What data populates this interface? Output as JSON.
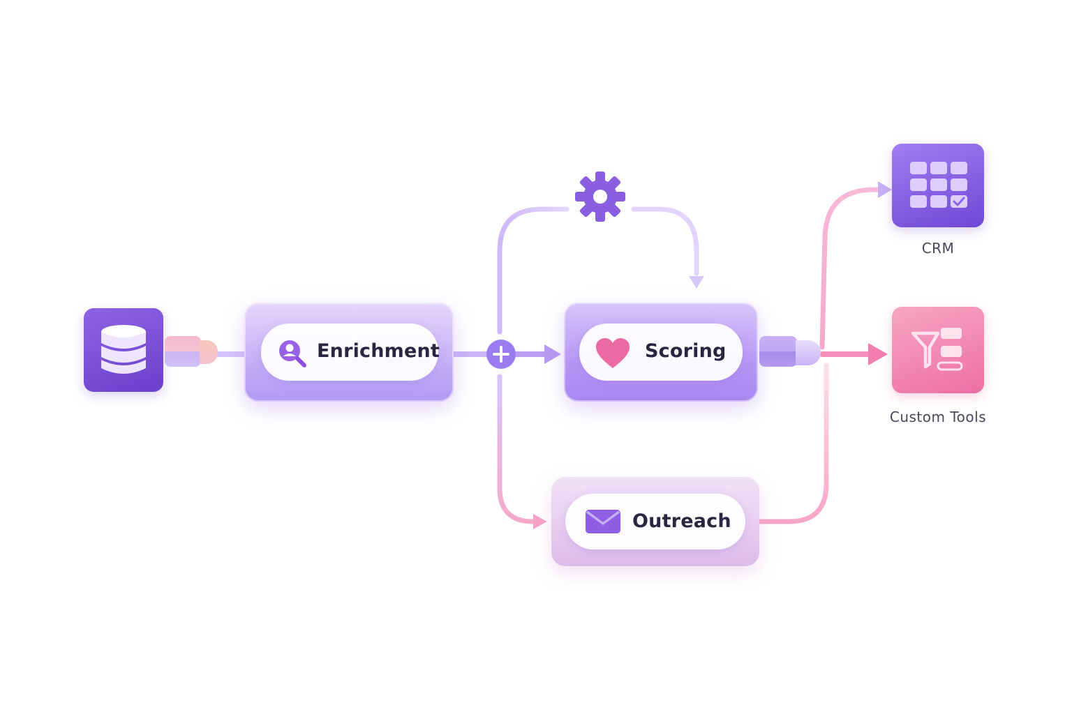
{
  "nodes": {
    "enrichment": {
      "label": "Enrichment",
      "icon": "user-search-icon"
    },
    "scoring": {
      "label": "Scoring",
      "icon": "heart-icon"
    },
    "outreach": {
      "label": "Outreach",
      "icon": "envelope-icon"
    }
  },
  "source": {
    "icon": "database-icon"
  },
  "settings": {
    "icon": "gear-icon"
  },
  "merge": {
    "icon": "plus-icon"
  },
  "destinations": {
    "crm": {
      "label": "CRM",
      "icon": "grid-table-icon"
    },
    "custom_tools": {
      "label": "Custom Tools",
      "icon": "funnel-tools-icon"
    }
  },
  "colors": {
    "purple_dark": "#6d4ad6",
    "purple_mid": "#9b7cf0",
    "lavender": "#d9c9fb",
    "pink": "#f47fb0",
    "pink_light": "#fbc6dc",
    "text_dark": "#2b2640"
  }
}
